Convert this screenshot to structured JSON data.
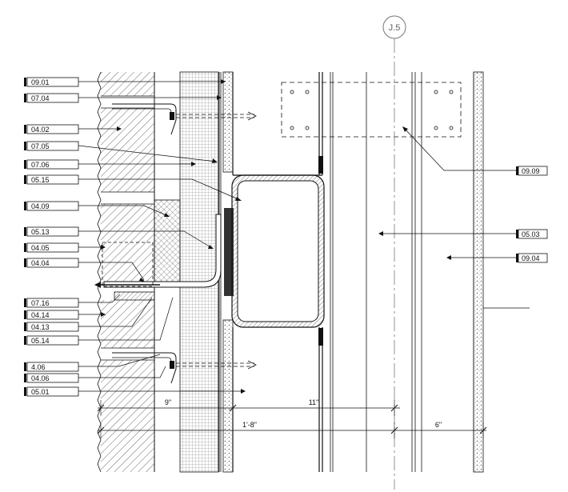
{
  "grid_line": {
    "label": "J.5"
  },
  "colors": {
    "ink": "#111111",
    "grid": "#777777",
    "paper": "#ffffff",
    "steel": "#333333"
  },
  "tags_left": [
    "09.01",
    "07.04",
    "04.02",
    "07.05",
    "07.06",
    "05.15",
    "04.09",
    "05.13",
    "04.05",
    "04.04",
    "07.16",
    "04.14",
    "04.13",
    "05.14",
    "4.06",
    "04.06",
    "05.01"
  ],
  "tags_right": [
    "09.09",
    "05.03",
    "09.04"
  ],
  "dimensions": {
    "d1": "9\"",
    "d2": "11\"",
    "d3": "1'-8\"",
    "d4": "6\""
  }
}
